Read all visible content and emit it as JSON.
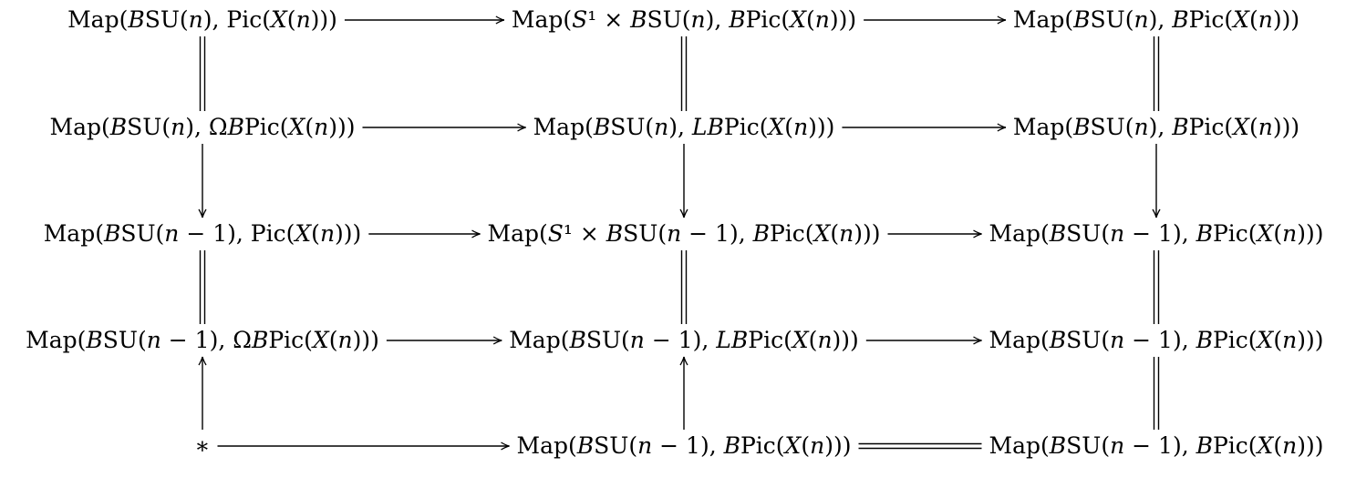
{
  "nodes": [
    {
      "id": "r1c1",
      "row": 1,
      "col": 1,
      "segments": [
        {
          "t": "Map("
        },
        {
          "t": "B",
          "i": true
        },
        {
          "t": "SU("
        },
        {
          "t": "n",
          "i": true
        },
        {
          "t": "), Pic("
        },
        {
          "t": "X",
          "i": true
        },
        {
          "t": "("
        },
        {
          "t": "n",
          "i": true
        },
        {
          "t": ")))"
        }
      ]
    },
    {
      "id": "r1c2",
      "row": 1,
      "col": 2,
      "segments": [
        {
          "t": "Map("
        },
        {
          "t": "S",
          "i": true
        },
        {
          "t": "¹ × "
        },
        {
          "t": "B",
          "i": true
        },
        {
          "t": "SU("
        },
        {
          "t": "n",
          "i": true
        },
        {
          "t": "), "
        },
        {
          "t": "B",
          "i": true
        },
        {
          "t": "Pic("
        },
        {
          "t": "X",
          "i": true
        },
        {
          "t": "("
        },
        {
          "t": "n",
          "i": true
        },
        {
          "t": ")))"
        }
      ]
    },
    {
      "id": "r1c3",
      "row": 1,
      "col": 3,
      "segments": [
        {
          "t": "Map("
        },
        {
          "t": "B",
          "i": true
        },
        {
          "t": "SU("
        },
        {
          "t": "n",
          "i": true
        },
        {
          "t": "), "
        },
        {
          "t": "B",
          "i": true
        },
        {
          "t": "Pic("
        },
        {
          "t": "X",
          "i": true
        },
        {
          "t": "("
        },
        {
          "t": "n",
          "i": true
        },
        {
          "t": ")))"
        }
      ]
    },
    {
      "id": "r2c1",
      "row": 2,
      "col": 1,
      "segments": [
        {
          "t": "Map("
        },
        {
          "t": "B",
          "i": true
        },
        {
          "t": "SU("
        },
        {
          "t": "n",
          "i": true
        },
        {
          "t": "), Ω"
        },
        {
          "t": "B",
          "i": true
        },
        {
          "t": "Pic("
        },
        {
          "t": "X",
          "i": true
        },
        {
          "t": "("
        },
        {
          "t": "n",
          "i": true
        },
        {
          "t": ")))"
        }
      ]
    },
    {
      "id": "r2c2",
      "row": 2,
      "col": 2,
      "segments": [
        {
          "t": "Map("
        },
        {
          "t": "B",
          "i": true
        },
        {
          "t": "SU("
        },
        {
          "t": "n",
          "i": true
        },
        {
          "t": "), "
        },
        {
          "t": "LB",
          "i": true
        },
        {
          "t": "Pic("
        },
        {
          "t": "X",
          "i": true
        },
        {
          "t": "("
        },
        {
          "t": "n",
          "i": true
        },
        {
          "t": ")))"
        }
      ]
    },
    {
      "id": "r2c3",
      "row": 2,
      "col": 3,
      "segments": [
        {
          "t": "Map("
        },
        {
          "t": "B",
          "i": true
        },
        {
          "t": "SU("
        },
        {
          "t": "n",
          "i": true
        },
        {
          "t": "), "
        },
        {
          "t": "B",
          "i": true
        },
        {
          "t": "Pic("
        },
        {
          "t": "X",
          "i": true
        },
        {
          "t": "("
        },
        {
          "t": "n",
          "i": true
        },
        {
          "t": ")))"
        }
      ]
    },
    {
      "id": "r3c1",
      "row": 3,
      "col": 1,
      "segments": [
        {
          "t": "Map("
        },
        {
          "t": "B",
          "i": true
        },
        {
          "t": "SU("
        },
        {
          "t": "n",
          "i": true
        },
        {
          "t": " − 1), Pic("
        },
        {
          "t": "X",
          "i": true
        },
        {
          "t": "("
        },
        {
          "t": "n",
          "i": true
        },
        {
          "t": ")))"
        }
      ]
    },
    {
      "id": "r3c2",
      "row": 3,
      "col": 2,
      "segments": [
        {
          "t": "Map("
        },
        {
          "t": "S",
          "i": true
        },
        {
          "t": "¹ × "
        },
        {
          "t": "B",
          "i": true
        },
        {
          "t": "SU("
        },
        {
          "t": "n",
          "i": true
        },
        {
          "t": " − 1), "
        },
        {
          "t": "B",
          "i": true
        },
        {
          "t": "Pic("
        },
        {
          "t": "X",
          "i": true
        },
        {
          "t": "("
        },
        {
          "t": "n",
          "i": true
        },
        {
          "t": ")))"
        }
      ]
    },
    {
      "id": "r3c3",
      "row": 3,
      "col": 3,
      "segments": [
        {
          "t": "Map("
        },
        {
          "t": "B",
          "i": true
        },
        {
          "t": "SU("
        },
        {
          "t": "n",
          "i": true
        },
        {
          "t": " − 1), "
        },
        {
          "t": "B",
          "i": true
        },
        {
          "t": "Pic("
        },
        {
          "t": "X",
          "i": true
        },
        {
          "t": "("
        },
        {
          "t": "n",
          "i": true
        },
        {
          "t": ")))"
        }
      ]
    },
    {
      "id": "r4c1",
      "row": 4,
      "col": 1,
      "segments": [
        {
          "t": "Map("
        },
        {
          "t": "B",
          "i": true
        },
        {
          "t": "SU("
        },
        {
          "t": "n",
          "i": true
        },
        {
          "t": " − 1), Ω"
        },
        {
          "t": "B",
          "i": true
        },
        {
          "t": "Pic("
        },
        {
          "t": "X",
          "i": true
        },
        {
          "t": "("
        },
        {
          "t": "n",
          "i": true
        },
        {
          "t": ")))"
        }
      ]
    },
    {
      "id": "r4c2",
      "row": 4,
      "col": 2,
      "segments": [
        {
          "t": "Map("
        },
        {
          "t": "B",
          "i": true
        },
        {
          "t": "SU("
        },
        {
          "t": "n",
          "i": true
        },
        {
          "t": " − 1), "
        },
        {
          "t": "LB",
          "i": true
        },
        {
          "t": "Pic("
        },
        {
          "t": "X",
          "i": true
        },
        {
          "t": "("
        },
        {
          "t": "n",
          "i": true
        },
        {
          "t": ")))"
        }
      ]
    },
    {
      "id": "r4c3",
      "row": 4,
      "col": 3,
      "segments": [
        {
          "t": "Map("
        },
        {
          "t": "B",
          "i": true
        },
        {
          "t": "SU("
        },
        {
          "t": "n",
          "i": true
        },
        {
          "t": " − 1), "
        },
        {
          "t": "B",
          "i": true
        },
        {
          "t": "Pic("
        },
        {
          "t": "X",
          "i": true
        },
        {
          "t": "("
        },
        {
          "t": "n",
          "i": true
        },
        {
          "t": ")))"
        }
      ]
    },
    {
      "id": "r5c1",
      "row": 5,
      "col": 1,
      "segments": [
        {
          "t": "∗"
        }
      ]
    },
    {
      "id": "r5c2",
      "row": 5,
      "col": 2,
      "segments": [
        {
          "t": "Map("
        },
        {
          "t": "B",
          "i": true
        },
        {
          "t": "SU("
        },
        {
          "t": "n",
          "i": true
        },
        {
          "t": " − 1), "
        },
        {
          "t": "B",
          "i": true
        },
        {
          "t": "Pic("
        },
        {
          "t": "X",
          "i": true
        },
        {
          "t": "("
        },
        {
          "t": "n",
          "i": true
        },
        {
          "t": ")))"
        }
      ]
    },
    {
      "id": "r5c3",
      "row": 5,
      "col": 3,
      "segments": [
        {
          "t": "Map("
        },
        {
          "t": "B",
          "i": true
        },
        {
          "t": "SU("
        },
        {
          "t": "n",
          "i": true
        },
        {
          "t": " − 1), "
        },
        {
          "t": "B",
          "i": true
        },
        {
          "t": "Pic("
        },
        {
          "t": "X",
          "i": true
        },
        {
          "t": "("
        },
        {
          "t": "n",
          "i": true
        },
        {
          "t": ")))"
        }
      ]
    }
  ],
  "edges": [
    {
      "from": "r1c1",
      "to": "r1c2",
      "style": "arrow"
    },
    {
      "from": "r1c2",
      "to": "r1c3",
      "style": "arrow"
    },
    {
      "from": "r2c1",
      "to": "r2c2",
      "style": "arrow"
    },
    {
      "from": "r2c2",
      "to": "r2c3",
      "style": "arrow"
    },
    {
      "from": "r3c1",
      "to": "r3c2",
      "style": "arrow"
    },
    {
      "from": "r3c2",
      "to": "r3c3",
      "style": "arrow"
    },
    {
      "from": "r4c1",
      "to": "r4c2",
      "style": "arrow"
    },
    {
      "from": "r4c2",
      "to": "r4c3",
      "style": "arrow"
    },
    {
      "from": "r5c1",
      "to": "r5c2",
      "style": "arrow"
    },
    {
      "from": "r5c2",
      "to": "r5c3",
      "style": "equal"
    },
    {
      "from": "r1c1",
      "to": "r2c1",
      "style": "equal"
    },
    {
      "from": "r1c2",
      "to": "r2c2",
      "style": "equal"
    },
    {
      "from": "r1c3",
      "to": "r2c3",
      "style": "equal"
    },
    {
      "from": "r2c1",
      "to": "r3c1",
      "style": "arrow"
    },
    {
      "from": "r2c2",
      "to": "r3c2",
      "style": "arrow"
    },
    {
      "from": "r2c3",
      "to": "r3c3",
      "style": "arrow"
    },
    {
      "from": "r3c1",
      "to": "r4c1",
      "style": "equal"
    },
    {
      "from": "r3c2",
      "to": "r4c2",
      "style": "equal"
    },
    {
      "from": "r3c3",
      "to": "r4c3",
      "style": "equal"
    },
    {
      "from": "r5c1",
      "to": "r4c1",
      "style": "arrow"
    },
    {
      "from": "r5c2",
      "to": "r4c2",
      "style": "arrow"
    },
    {
      "from": "r4c3",
      "to": "r5c3",
      "style": "equal"
    }
  ]
}
